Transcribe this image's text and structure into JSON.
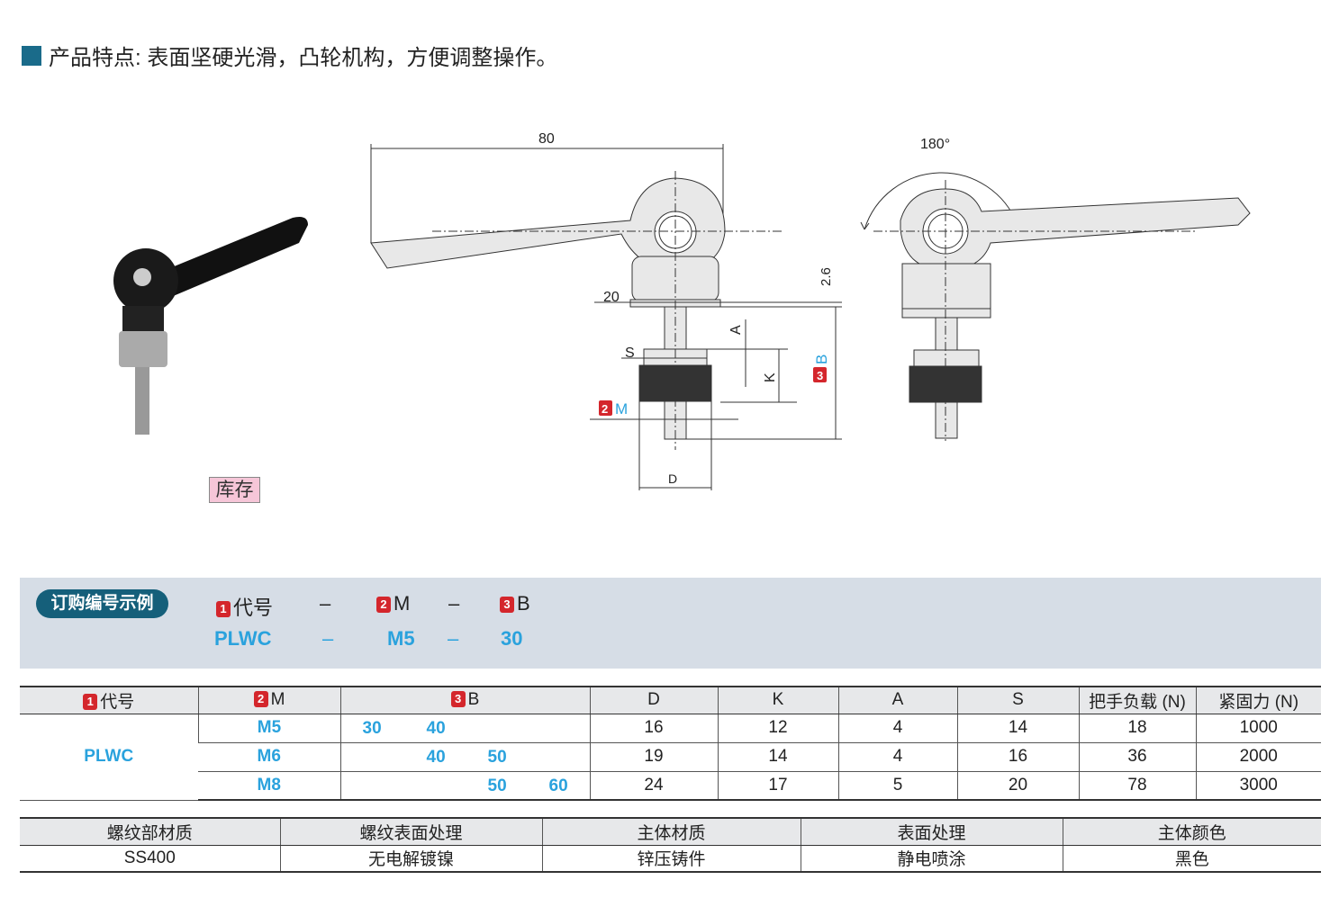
{
  "heading": "产品特点: 表面坚硬光滑，凸轮机构，方便调整操作。",
  "stock_badge": "库存",
  "drawing": {
    "dim_80": "80",
    "dim_20": "20",
    "dim_2_6": "2.6",
    "dim_S": "S",
    "dim_A": "A",
    "dim_K": "K",
    "dim_D": "D",
    "dim_M": "M",
    "dim_B": "B",
    "angle": "180°"
  },
  "order_example": {
    "label": "订购编号示例",
    "fields": [
      {
        "num": "1",
        "name": "代号",
        "value": "PLWC"
      },
      {
        "num": "2",
        "name": "M",
        "value": "M5"
      },
      {
        "num": "3",
        "name": "B",
        "value": "30"
      }
    ],
    "sep": "–"
  },
  "spec_table": {
    "headers": [
      {
        "num": "1",
        "label": "代号"
      },
      {
        "num": "2",
        "label": "M"
      },
      {
        "num": "3",
        "label": "B"
      },
      {
        "label": "D"
      },
      {
        "label": "K"
      },
      {
        "label": "A"
      },
      {
        "label": "S"
      },
      {
        "label": "把手负载 (N)"
      },
      {
        "label": "紧固力 (N)"
      }
    ],
    "code": "PLWC",
    "rows": [
      {
        "M": "M5",
        "B": [
          "30",
          "40",
          "",
          ""
        ],
        "D": "16",
        "K": "12",
        "A": "4",
        "S": "14",
        "load": "18",
        "force": "1000"
      },
      {
        "M": "M6",
        "B": [
          "",
          "40",
          "50",
          ""
        ],
        "D": "19",
        "K": "14",
        "A": "4",
        "S": "16",
        "load": "36",
        "force": "2000"
      },
      {
        "M": "M8",
        "B": [
          "",
          "",
          "50",
          "60"
        ],
        "D": "24",
        "K": "17",
        "A": "5",
        "S": "20",
        "load": "78",
        "force": "3000"
      }
    ]
  },
  "material_table": {
    "headers": [
      "螺纹部材质",
      "螺纹表面处理",
      "主体材质",
      "表面处理",
      "主体颜色"
    ],
    "values": [
      "SS400",
      "无电解镀镍",
      "锌压铸件",
      "静电喷涂",
      "黑色"
    ]
  },
  "colors": {
    "accent": "#1a6b8a",
    "blue_text": "#2aa2dd",
    "badge_red": "#d4262c",
    "order_bg": "#d6dde6"
  }
}
